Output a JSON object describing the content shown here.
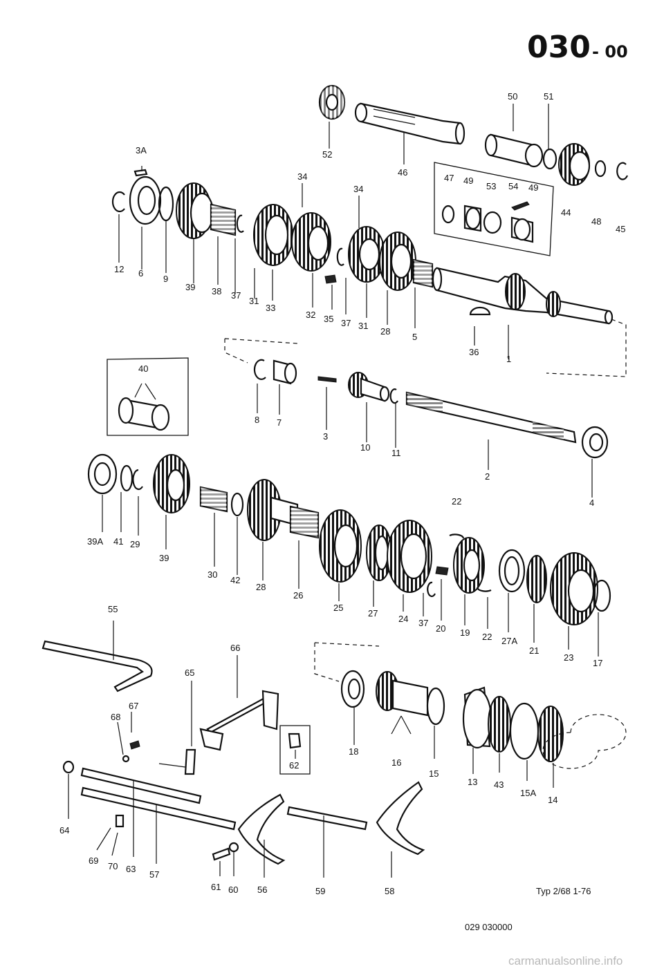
{
  "header": {
    "code": "030",
    "suffix": "- 00"
  },
  "footer": {
    "type_text": "Typ 2/68   1-76",
    "drawing_number": "029 030000"
  },
  "watermark": "carmanualsonline.info",
  "callouts": [
    {
      "id": "c52",
      "text": "52"
    },
    {
      "id": "c46",
      "text": "46"
    },
    {
      "id": "c50",
      "text": "50"
    },
    {
      "id": "c51",
      "text": "51"
    },
    {
      "id": "c3A",
      "text": "3A"
    },
    {
      "id": "c34a",
      "text": "34"
    },
    {
      "id": "c34b",
      "text": "34"
    },
    {
      "id": "c47",
      "text": "47"
    },
    {
      "id": "c49a",
      "text": "49"
    },
    {
      "id": "c53",
      "text": "53"
    },
    {
      "id": "c54",
      "text": "54"
    },
    {
      "id": "c49b",
      "text": "49"
    },
    {
      "id": "c44",
      "text": "44"
    },
    {
      "id": "c48",
      "text": "48"
    },
    {
      "id": "c45",
      "text": "45"
    },
    {
      "id": "c12",
      "text": "12"
    },
    {
      "id": "c6",
      "text": "6"
    },
    {
      "id": "c9",
      "text": "9"
    },
    {
      "id": "c39a",
      "text": "39"
    },
    {
      "id": "c38",
      "text": "38"
    },
    {
      "id": "c37a",
      "text": "37"
    },
    {
      "id": "c31a",
      "text": "31"
    },
    {
      "id": "c33",
      "text": "33"
    },
    {
      "id": "c32",
      "text": "32"
    },
    {
      "id": "c35",
      "text": "35"
    },
    {
      "id": "c37b",
      "text": "37"
    },
    {
      "id": "c31b",
      "text": "31"
    },
    {
      "id": "c28a",
      "text": "28"
    },
    {
      "id": "c5",
      "text": "5"
    },
    {
      "id": "c36",
      "text": "36"
    },
    {
      "id": "c1",
      "text": "1"
    },
    {
      "id": "c40",
      "text": "40"
    },
    {
      "id": "c8",
      "text": "8"
    },
    {
      "id": "c7",
      "text": "7"
    },
    {
      "id": "c3",
      "text": "3"
    },
    {
      "id": "c10",
      "text": "10"
    },
    {
      "id": "c11",
      "text": "11"
    },
    {
      "id": "c2",
      "text": "2"
    },
    {
      "id": "c4",
      "text": "4"
    },
    {
      "id": "c39A",
      "text": "39A"
    },
    {
      "id": "c41",
      "text": "41"
    },
    {
      "id": "c29",
      "text": "29"
    },
    {
      "id": "c39b",
      "text": "39"
    },
    {
      "id": "c30",
      "text": "30"
    },
    {
      "id": "c42",
      "text": "42"
    },
    {
      "id": "c28b",
      "text": "28"
    },
    {
      "id": "c26",
      "text": "26"
    },
    {
      "id": "c25",
      "text": "25"
    },
    {
      "id": "c27",
      "text": "27"
    },
    {
      "id": "c24",
      "text": "24"
    },
    {
      "id": "c37c",
      "text": "37"
    },
    {
      "id": "c20",
      "text": "20"
    },
    {
      "id": "c22a",
      "text": "22"
    },
    {
      "id": "c19",
      "text": "19"
    },
    {
      "id": "c22b",
      "text": "22"
    },
    {
      "id": "c27A",
      "text": "27A"
    },
    {
      "id": "c21",
      "text": "21"
    },
    {
      "id": "c23",
      "text": "23"
    },
    {
      "id": "c17",
      "text": "17"
    },
    {
      "id": "c55",
      "text": "55"
    },
    {
      "id": "c66",
      "text": "66"
    },
    {
      "id": "c65",
      "text": "65"
    },
    {
      "id": "c67",
      "text": "67"
    },
    {
      "id": "c68",
      "text": "68"
    },
    {
      "id": "c62",
      "text": "62"
    },
    {
      "id": "c18",
      "text": "18"
    },
    {
      "id": "c16",
      "text": "16"
    },
    {
      "id": "c15",
      "text": "15"
    },
    {
      "id": "c13",
      "text": "13"
    },
    {
      "id": "c43",
      "text": "43"
    },
    {
      "id": "c15A",
      "text": "15A"
    },
    {
      "id": "c14",
      "text": "14"
    },
    {
      "id": "c64",
      "text": "64"
    },
    {
      "id": "c69",
      "text": "69"
    },
    {
      "id": "c70",
      "text": "70"
    },
    {
      "id": "c63",
      "text": "63"
    },
    {
      "id": "c57",
      "text": "57"
    },
    {
      "id": "c61",
      "text": "61"
    },
    {
      "id": "c60",
      "text": "60"
    },
    {
      "id": "c56",
      "text": "56"
    },
    {
      "id": "c59",
      "text": "59"
    },
    {
      "id": "c58",
      "text": "58"
    }
  ]
}
